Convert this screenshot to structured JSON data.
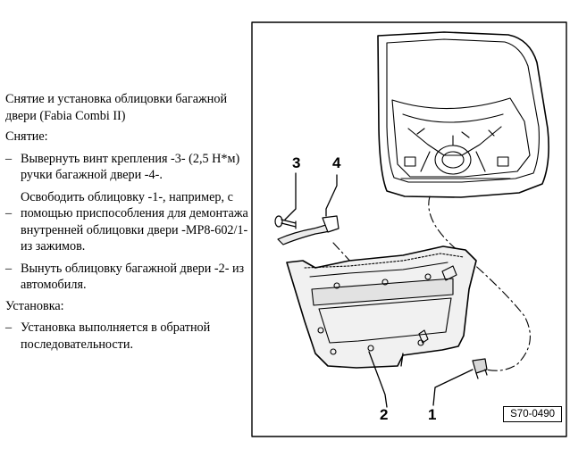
{
  "document": {
    "title": "Снятие и установка облицовки багажной двери (Fabia Combi II)",
    "removal_heading": "Снятие:",
    "removal_steps": [
      "Вывернуть винт крепления -3- (2,5 Н*м) ручки багажной двери -4-.",
      "Освободить облицовку -1-, например, с помощью приспособления для демонтажа внутренней облицовки двери -MP8-602/1- из зажимов.",
      "Вынуть облицовку багажной двери -2- из автомобиля."
    ],
    "installation_heading": "Установка:",
    "installation_steps": [
      "Установка выполняется в обратной последовательности."
    ],
    "bullet": "–"
  },
  "figure": {
    "callouts": [
      "3",
      "4",
      "2",
      "1"
    ],
    "code": "S70-0490"
  }
}
